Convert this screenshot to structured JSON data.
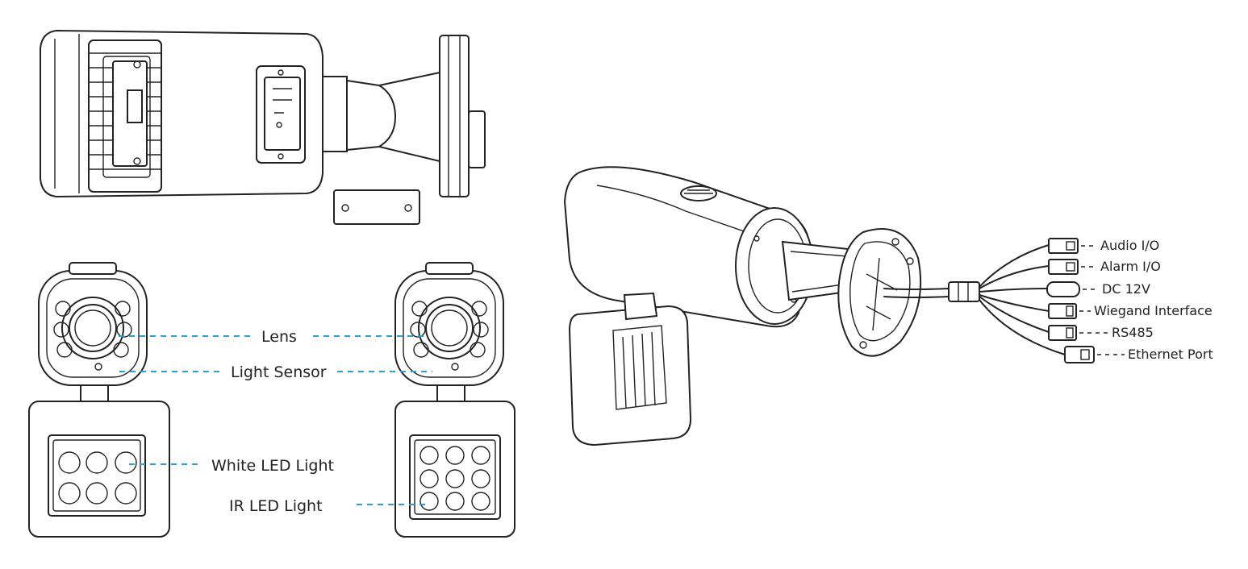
{
  "colors": {
    "line": "#222222",
    "callout": "#2a9fd6",
    "background": "#ffffff"
  },
  "front_callouts": [
    {
      "id": "lens",
      "label": "Lens"
    },
    {
      "id": "light-sensor",
      "label": "Light Sensor"
    },
    {
      "id": "white-led",
      "label": "White LED Light"
    },
    {
      "id": "ir-led",
      "label": "IR LED Light"
    }
  ],
  "cable_labels": [
    {
      "id": "audio",
      "label": "Audio I/O"
    },
    {
      "id": "alarm",
      "label": "Alarm I/O"
    },
    {
      "id": "dc",
      "label": "DC 12V"
    },
    {
      "id": "wiegand",
      "label": "Wiegand Interface"
    },
    {
      "id": "rs485",
      "label": "RS485"
    },
    {
      "id": "ethernet",
      "label": "Ethernet Port"
    }
  ]
}
